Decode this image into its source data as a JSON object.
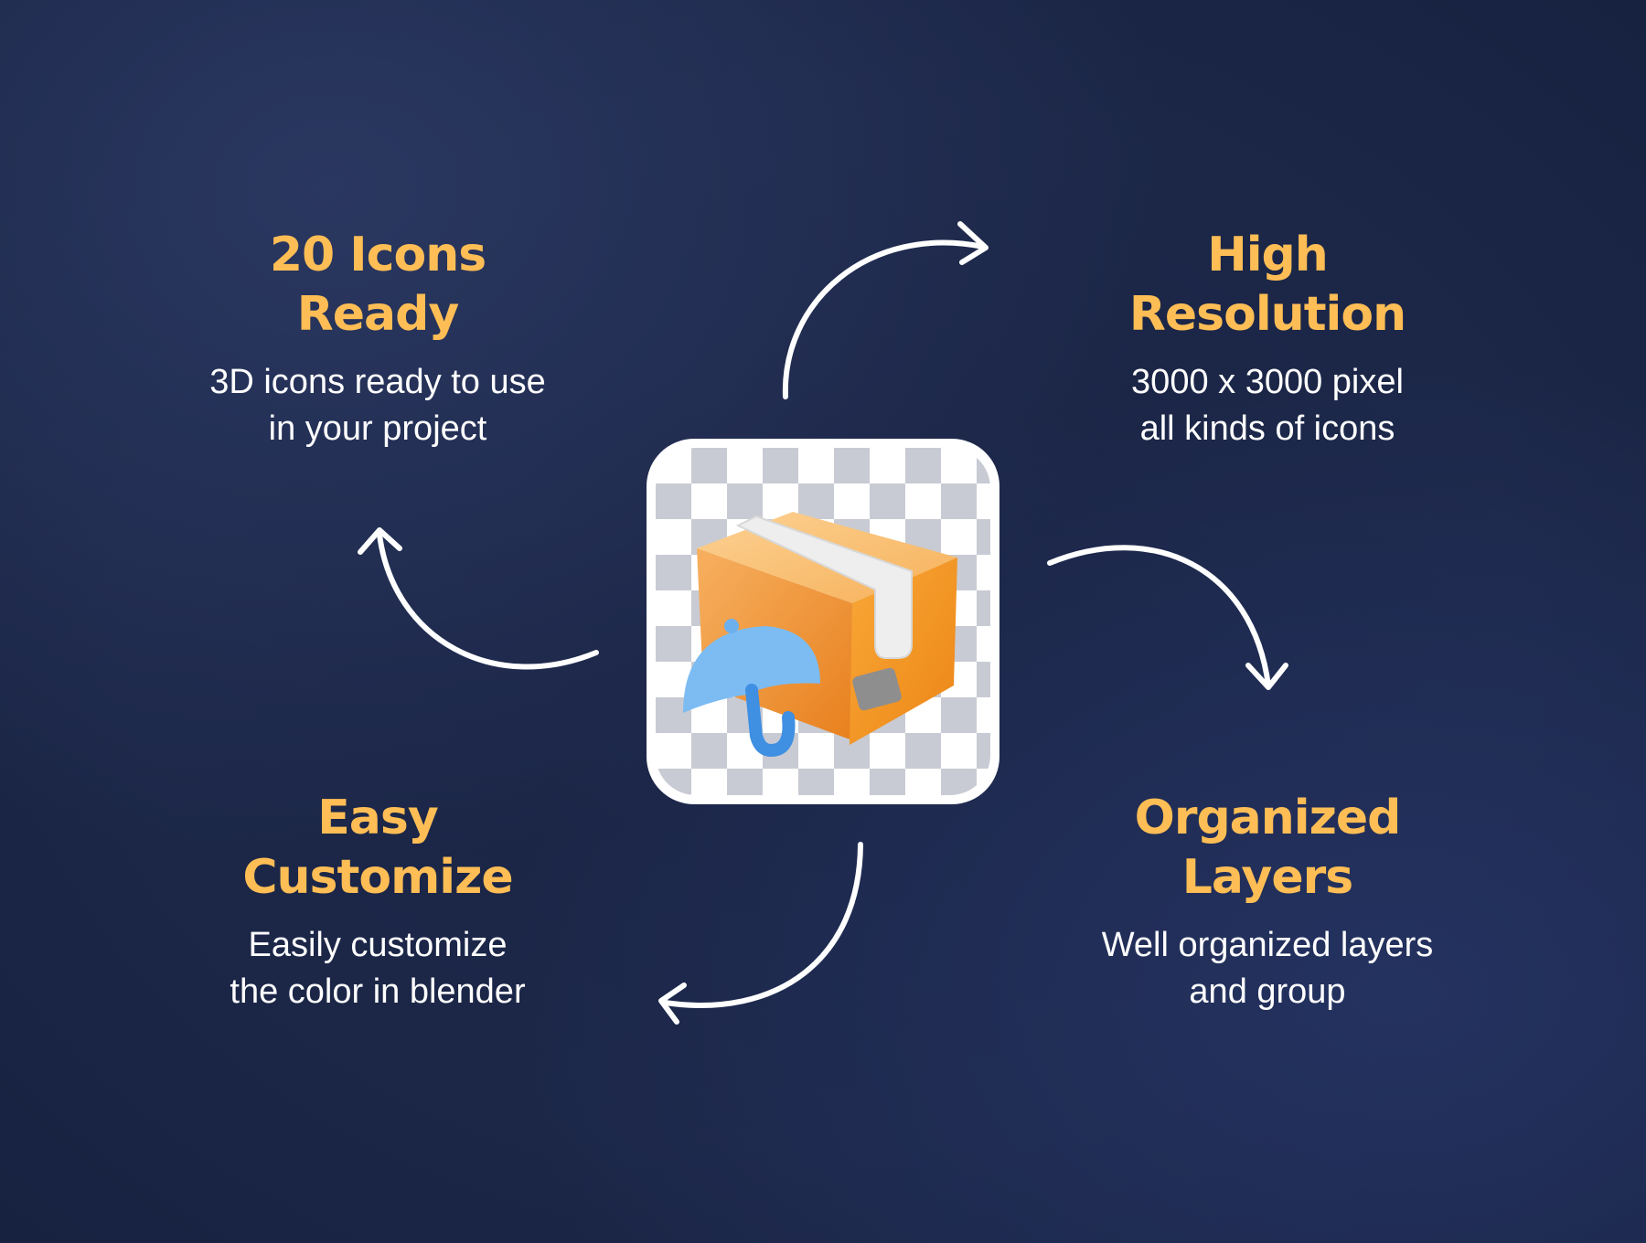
{
  "features": [
    {
      "title_line1": "20 Icons",
      "title_line2": "Ready",
      "desc_line1": "3D icons ready to use",
      "desc_line2": "in your project"
    },
    {
      "title_line1": "High",
      "title_line2": "Resolution",
      "desc_line1": "3000 x 3000 pixel",
      "desc_line2": "all kinds of icons"
    },
    {
      "title_line1": "Easy",
      "title_line2": "Customize",
      "desc_line1": "Easily customize",
      "desc_line2": "the color in blender"
    },
    {
      "title_line1": "Organized",
      "title_line2": "Layers",
      "desc_line1": "Well organized layers",
      "desc_line2": "and group"
    }
  ],
  "colors": {
    "accent": "#ffbe55",
    "background": "#1c2748",
    "box": "#f39a2e",
    "umbrella": "#5aa8ef"
  },
  "center_icon": "box-with-umbrella-icon"
}
